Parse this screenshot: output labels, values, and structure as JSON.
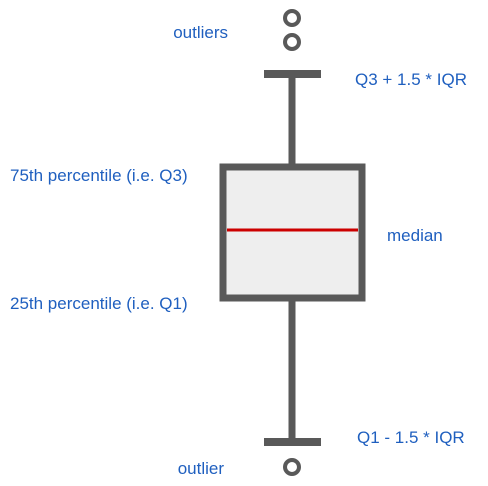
{
  "colors": {
    "label": "#1f5fbf",
    "structure": "#595959",
    "box_fill": "#eeeeee",
    "median": "#cc0000",
    "background": "#ffffff"
  },
  "labels": {
    "outliers_top": "outliers",
    "upper_whisker": "Q3 + 1.5 * IQR",
    "q3": "75th percentile (i.e. Q3)",
    "median": "median",
    "q1": "25th percentile (i.e. Q1)",
    "lower_whisker": "Q1 - 1.5 * IQR",
    "outlier_bottom": "outlier"
  },
  "counts": {
    "outliers_above": 2,
    "outliers_below": 1
  }
}
